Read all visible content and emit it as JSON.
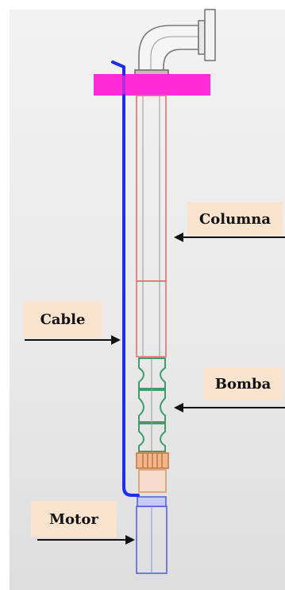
{
  "labels": {
    "columna": "Columna",
    "cable": "Cable",
    "bomba": "Bomba",
    "motor": "Motor"
  },
  "colors": {
    "background": "#ececec",
    "flange": "#ff2bd6",
    "cable": "#1f2eea",
    "column": "#e8706e",
    "pump": "#3f9d6c",
    "coupling": "#c9783a",
    "motor": "#5a63d8",
    "label_bg": "#fae3cf",
    "arrow": "#111111"
  }
}
